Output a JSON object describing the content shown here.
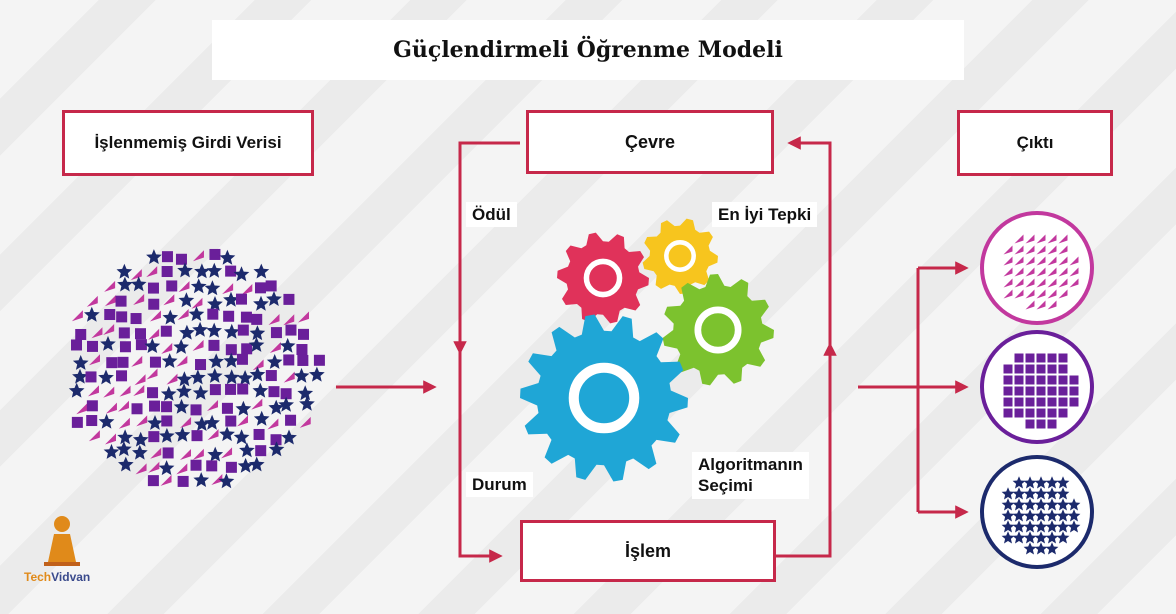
{
  "title": "Güçlendirmeli Öğrenme Modeli",
  "boxes": {
    "input": "İşlenmemiş Girdi Verisi",
    "environment": "Çevre",
    "output": "Çıktı",
    "action": "İşlem"
  },
  "labels": {
    "reward": "Ödül",
    "best_response": "En İyi Tepki",
    "state": "Durum",
    "algorithm_selection_line1": "Algoritmanın",
    "algorithm_selection_line2": "Seçimi"
  },
  "logo": {
    "brand_part1": "Tech",
    "brand_part2": "Vidvan"
  },
  "colors": {
    "arrow": "#c6284a",
    "gear_red": "#e0325a",
    "gear_yellow": "#f7c51e",
    "gear_green": "#7cc22e",
    "gear_blue": "#1fa6d6",
    "pink": "#c2389e",
    "purple": "#6a1f9a",
    "navy": "#1c2a6c"
  },
  "icons": [
    "gear-icon",
    "star-icon",
    "square-icon",
    "arrow-icon",
    "logo-icon"
  ]
}
